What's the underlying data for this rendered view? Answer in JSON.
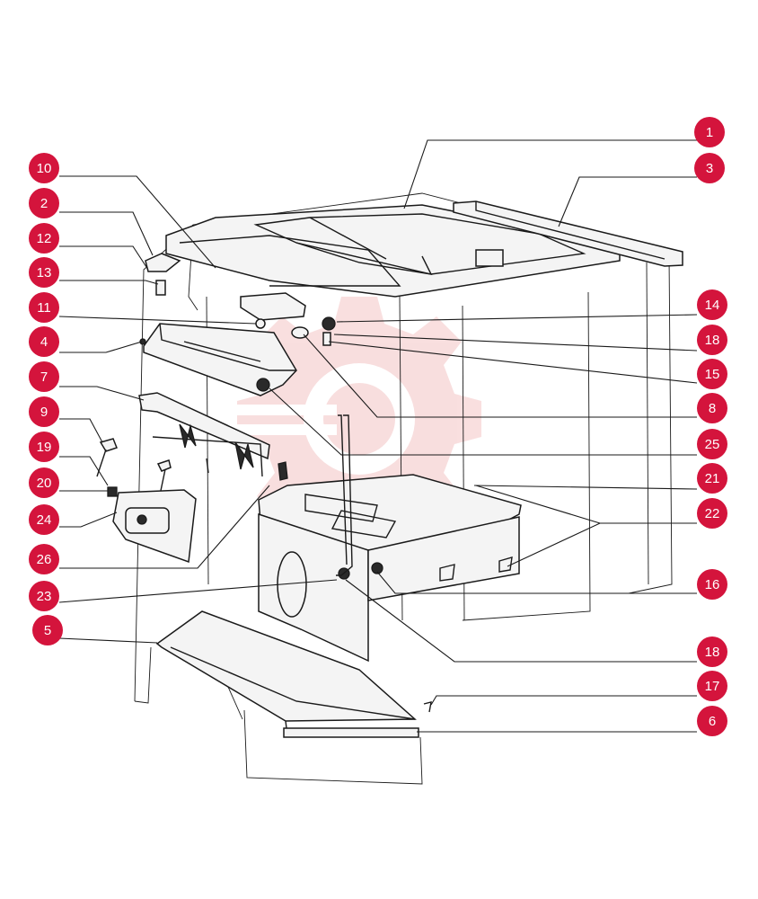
{
  "colors": {
    "callout": "#d4143c",
    "line": "#1a1a1a",
    "watermark": "#f6c9c9"
  },
  "callouts": [
    {
      "label": "1"
    },
    {
      "label": "3"
    },
    {
      "label": "10"
    },
    {
      "label": "2"
    },
    {
      "label": "12"
    },
    {
      "label": "13"
    },
    {
      "label": "11"
    },
    {
      "label": "4"
    },
    {
      "label": "7"
    },
    {
      "label": "9"
    },
    {
      "label": "19"
    },
    {
      "label": "20"
    },
    {
      "label": "24"
    },
    {
      "label": "26"
    },
    {
      "label": "23"
    },
    {
      "label": "5"
    },
    {
      "label": "14"
    },
    {
      "label": "18"
    },
    {
      "label": "15"
    },
    {
      "label": "8"
    },
    {
      "label": "25"
    },
    {
      "label": "21"
    },
    {
      "label": "22"
    },
    {
      "label": "16"
    },
    {
      "label": "18"
    },
    {
      "label": "17"
    },
    {
      "label": "6"
    }
  ],
  "watermark": {
    "icon": "gear-logo-icon"
  }
}
